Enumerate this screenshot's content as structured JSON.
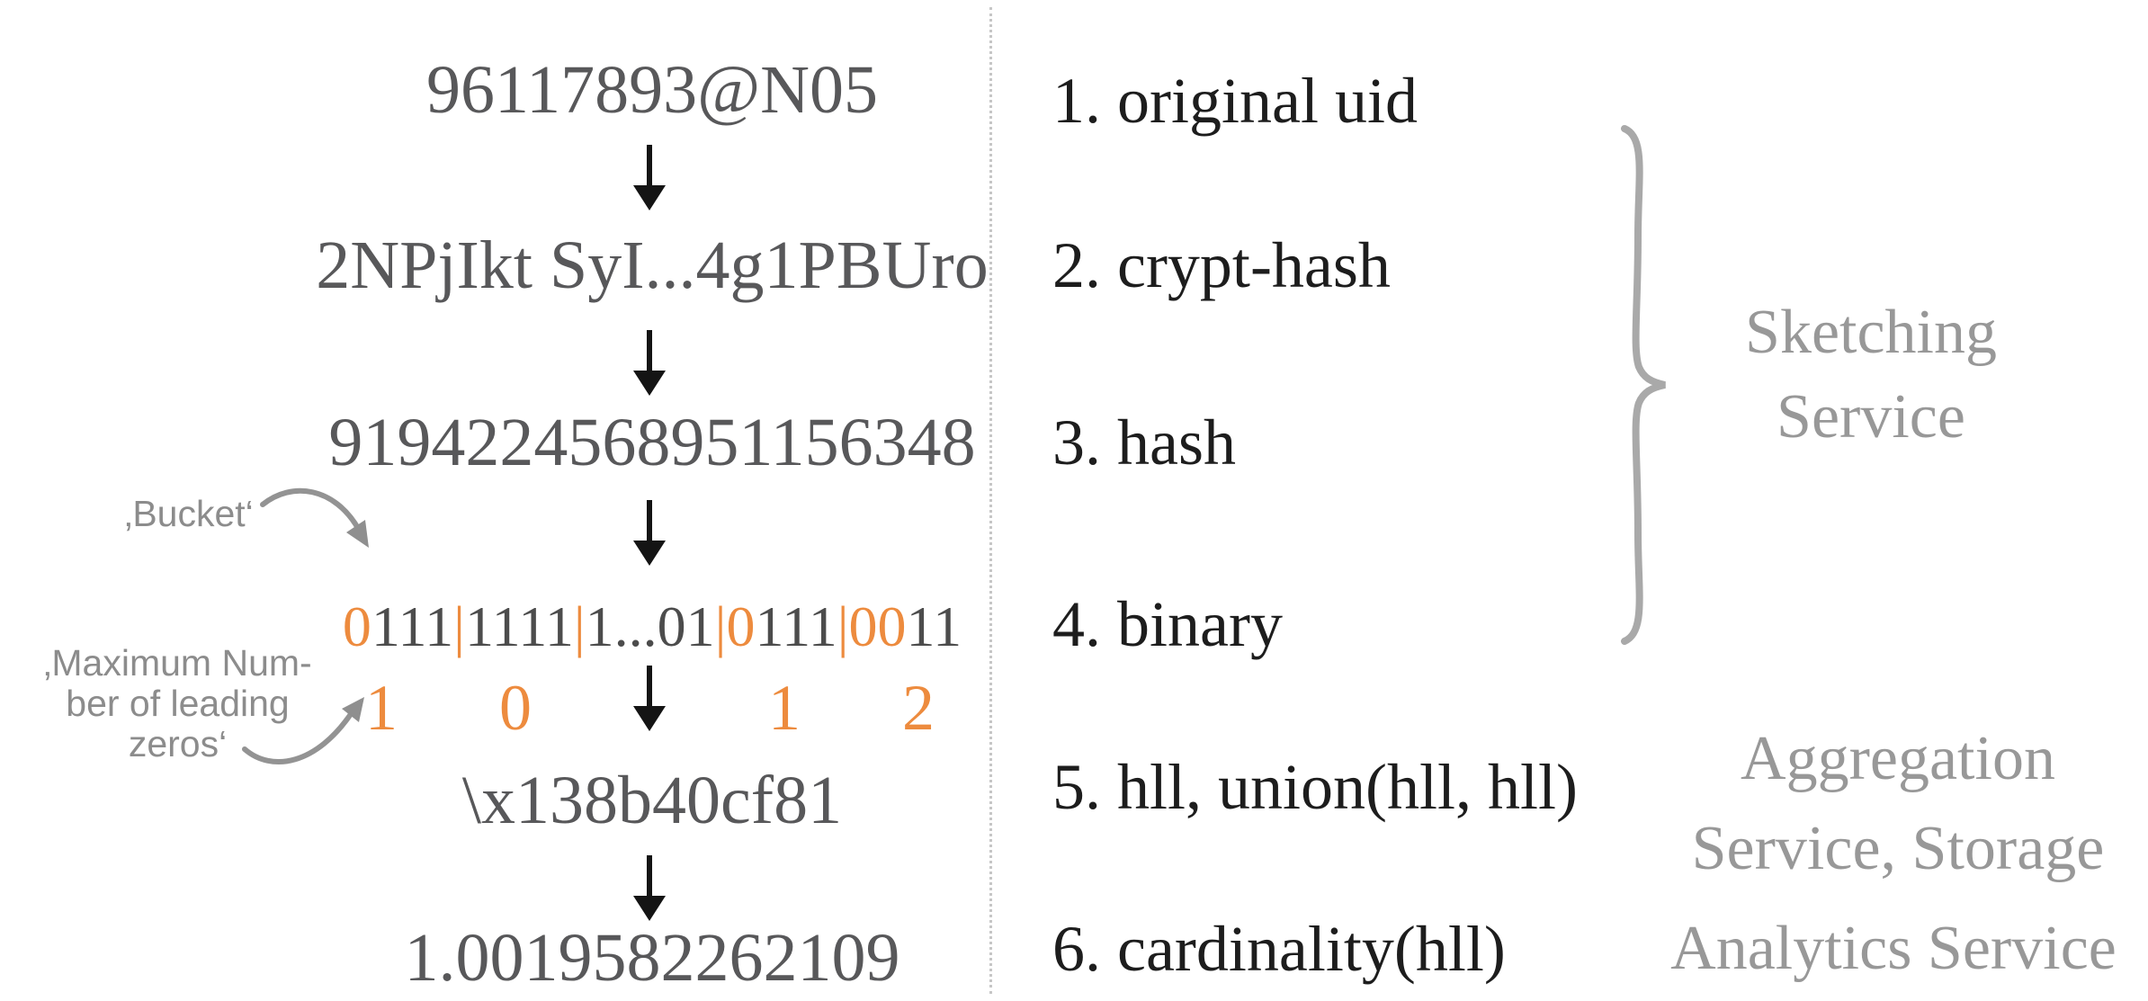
{
  "colors": {
    "orange": "#ED8B3E",
    "value_gray": "#58585a",
    "binary_dark": "#4c4c4c",
    "label_black": "#1d1d1d",
    "service_gray": "#989898",
    "annotation_gray": "#8c8c8c",
    "arrow_black": "#141414",
    "brace_gray": "#a9a9a9"
  },
  "steps": [
    {
      "value": "96117893@N05",
      "label": "1. original uid"
    },
    {
      "value": "2NPjIkt SyI...4g1PBUro",
      "label": "2. crypt-hash"
    },
    {
      "value": "9194224568951156348",
      "label": "3. hash"
    },
    {
      "value": "0111|1111|1...01|0111|0011",
      "label": "4. binary"
    },
    {
      "value": "\\x138b40cf81",
      "label": "5. hll, union(hll, hll)"
    },
    {
      "value": "1.0019582262109",
      "label": "6. cardinality(hll)"
    }
  ],
  "binary": {
    "segments": [
      {
        "t": "0",
        "c": "orange"
      },
      {
        "t": "111",
        "c": "dark"
      },
      {
        "t": "|",
        "c": "orange"
      },
      {
        "t": "1111",
        "c": "dark"
      },
      {
        "t": "|",
        "c": "orange"
      },
      {
        "t": "1...01",
        "c": "dark"
      },
      {
        "t": "|",
        "c": "orange"
      },
      {
        "t": "0",
        "c": "orange"
      },
      {
        "t": "111",
        "c": "dark"
      },
      {
        "t": "|",
        "c": "orange"
      },
      {
        "t": "00",
        "c": "orange"
      },
      {
        "t": "11",
        "c": "dark"
      }
    ]
  },
  "bucket_values": {
    "b0": "1",
    "b1": "0",
    "b2": "1",
    "b3": "2"
  },
  "annotations": {
    "bucket": "‚Bucket‘",
    "max_line1": "‚Maximum Num-",
    "max_line2": "ber of leading",
    "max_line3": "zeros‘"
  },
  "services": {
    "sketching_line1": "Sketching",
    "sketching_line2": "Service",
    "aggregation_line1": "Aggregation",
    "aggregation_line2": "Service, Storage",
    "analytics": "Analytics Service"
  }
}
